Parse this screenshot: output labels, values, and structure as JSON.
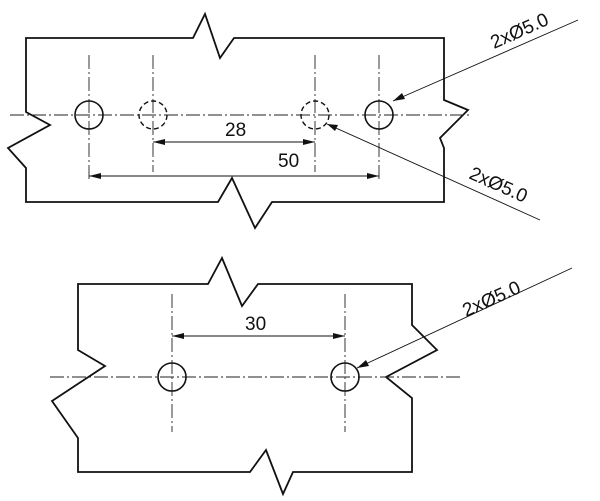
{
  "top_view": {
    "dim_inner": "28",
    "dim_outer": "50",
    "callout_upper": "2xØ5.0",
    "callout_lower": "2xØ5.0"
  },
  "bottom_view": {
    "dim_holes": "30",
    "callout": "2xØ5.0"
  }
}
